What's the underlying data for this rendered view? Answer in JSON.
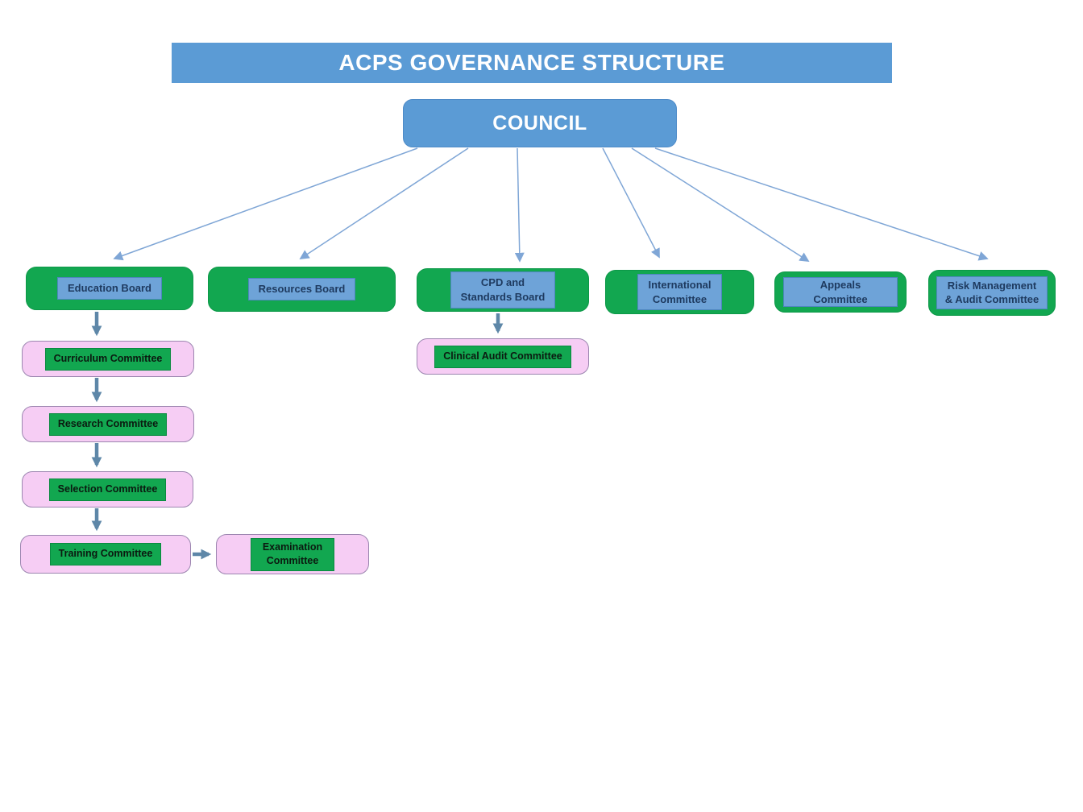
{
  "title": "ACPS GOVERNANCE STRUCTURE",
  "council": {
    "label": "COUNCIL"
  },
  "boards": {
    "education": {
      "label": "Education Board"
    },
    "resources": {
      "label": "Resources Board"
    },
    "cpd": {
      "label": "CPD and\nStandards Board"
    },
    "international": {
      "label": "International\nCommittee"
    },
    "appeals": {
      "label": "Appeals\nCommittee"
    },
    "risk": {
      "label": "Risk Management\n& Audit Committee"
    }
  },
  "committees": {
    "curriculum": {
      "label": "Curriculum Committee"
    },
    "research": {
      "label": "Research Committee"
    },
    "selection": {
      "label": "Selection Committee"
    },
    "training": {
      "label": "Training Committee"
    },
    "examination": {
      "label": "Examination\nCommittee"
    },
    "clinical_audit": {
      "label": "Clinical Audit Committee"
    }
  },
  "colors": {
    "banner_blue": "#5B9BD5",
    "label_blue": "#6EA3D8",
    "green": "#12A750",
    "pink": "#F6CDF4",
    "fan_arrow_blue": "#7FA6D6",
    "connector_steel_blue": "#5E87A8",
    "title_text": "#FFFFFF",
    "board_label_text": "#1E3A5F",
    "committee_label_text": "#0B1A10"
  }
}
